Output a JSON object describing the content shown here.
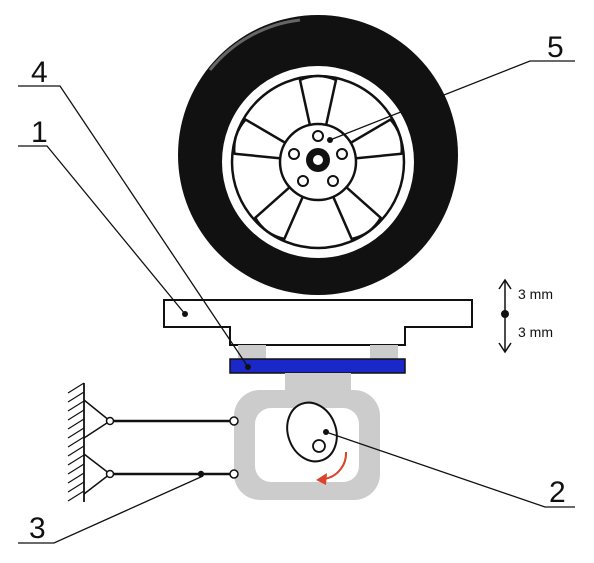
{
  "labels": {
    "l1": "1",
    "l2": "2",
    "l3": "3",
    "l4": "4",
    "l5": "5"
  },
  "amplitude": {
    "up": "3 mm",
    "down": "3 mm"
  },
  "colors": {
    "tire": "#111111",
    "frame": "#cccccc",
    "sensor_pad": "#1a27c9",
    "rotation_arrow": "#d9442a",
    "line": "#111111"
  },
  "icons": {
    "rotation": "curved-arrow-icon",
    "amplitude": "double-arrow-icon",
    "ground": "hatched-wall-icon"
  }
}
